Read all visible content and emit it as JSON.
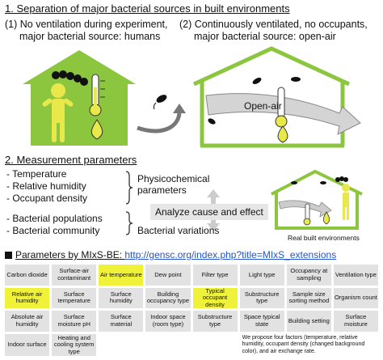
{
  "section1": {
    "heading": "1. Separation of major bacterial sources in built environments",
    "case1_line1": "(1) No ventilation during experiment,",
    "case1_line2": "major bacterial source: humans",
    "case2_line1": "(2) Continuously ventilated, no occupants,",
    "case2_line2": "major bacterial source: open-air",
    "arrow_label": "Open-air"
  },
  "section2": {
    "heading": "2. Measurement parameters",
    "list_top": [
      "- Temperature",
      "- Relative humidity",
      "- Occupant density"
    ],
    "list_bottom": [
      "- Bacterial populations",
      "- Bacterial community"
    ],
    "brace_top_line1": "Physicochemical",
    "brace_top_line2": "parameters",
    "brace_bottom": "Bacterial variations",
    "center_label": "Analyze cause and effect",
    "image_caption": "Real built environments"
  },
  "params": {
    "label": "Parameters by MIxS-BE: ",
    "link": "http://gensc.org/index.php?title=MIxS_extensions",
    "cells": [
      {
        "text": "Carbon dioxide",
        "highlight": false
      },
      {
        "text": "Surface-air contaminant",
        "highlight": false
      },
      {
        "text": "Air temperature",
        "highlight": true
      },
      {
        "text": "Dew point",
        "highlight": false
      },
      {
        "text": "Filter type",
        "highlight": false
      },
      {
        "text": "Light type",
        "highlight": false
      },
      {
        "text": "Occupancy at sampling",
        "highlight": false
      },
      {
        "text": "...",
        "highlight": false
      },
      {
        "text": "Ventilation type",
        "highlight": false
      },
      {
        "text": "Relative air humidity",
        "highlight": true
      },
      {
        "text": "Surface temperature",
        "highlight": false
      },
      {
        "text": "Surface humidity",
        "highlight": false
      },
      {
        "text": "Building occupancy type",
        "highlight": false
      },
      {
        "text": "Typical occupant density",
        "highlight": true
      },
      {
        "text": "Substructure type",
        "highlight": false
      },
      {
        "text": "Sample size sorting method",
        "highlight": false
      },
      {
        "text": "Organism count",
        "highlight": false
      },
      {
        "text": "Absolute air humidity",
        "highlight": false
      },
      {
        "text": "Surface moisture pH",
        "highlight": false
      },
      {
        "text": "Surface material",
        "highlight": false
      },
      {
        "text": "Indoor space (room type)",
        "highlight": false
      },
      {
        "text": "Substructure type",
        "highlight": false
      },
      {
        "text": "Space typical state",
        "highlight": false
      },
      {
        "text": "...",
        "highlight": false
      },
      {
        "text": "Building setting",
        "highlight": false
      },
      {
        "text": "Surface moisture",
        "highlight": false
      },
      {
        "text": "Indoor surface",
        "highlight": false
      },
      {
        "text": "Heating and cooling system type",
        "highlight": false
      }
    ],
    "note": "We propose four factors (temperature, relative humidity, occupant density (changed background color), and air exchange rate."
  },
  "colors": {
    "house_green": "#8cc63f",
    "highlight_yellow": "#f0f23a",
    "cell_gray": "#e2e2e2",
    "link_blue": "#2255cc",
    "person": "#e8e84a"
  }
}
